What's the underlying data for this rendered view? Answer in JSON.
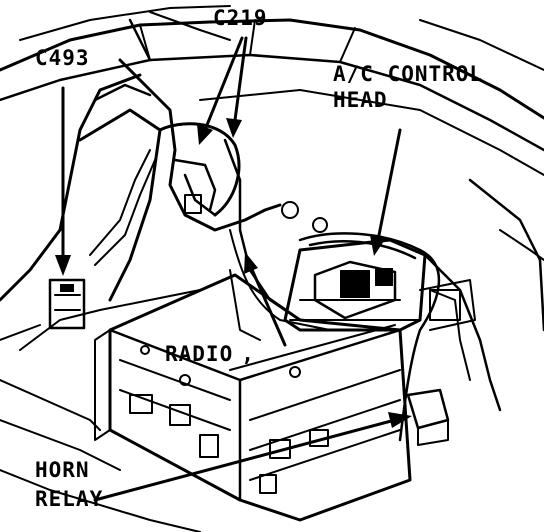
{
  "diagram": {
    "labels": {
      "c219": "C219",
      "c493": "C493",
      "ac_line1": "A/C CONTROL",
      "ac_line2": "HEAD",
      "radio": "RADIO",
      "radio_suffix": ",",
      "horn_line1": "HORN",
      "horn_line2": "RELAY"
    },
    "colors": {
      "ink": "#000000",
      "paper": "#ffffff"
    }
  }
}
